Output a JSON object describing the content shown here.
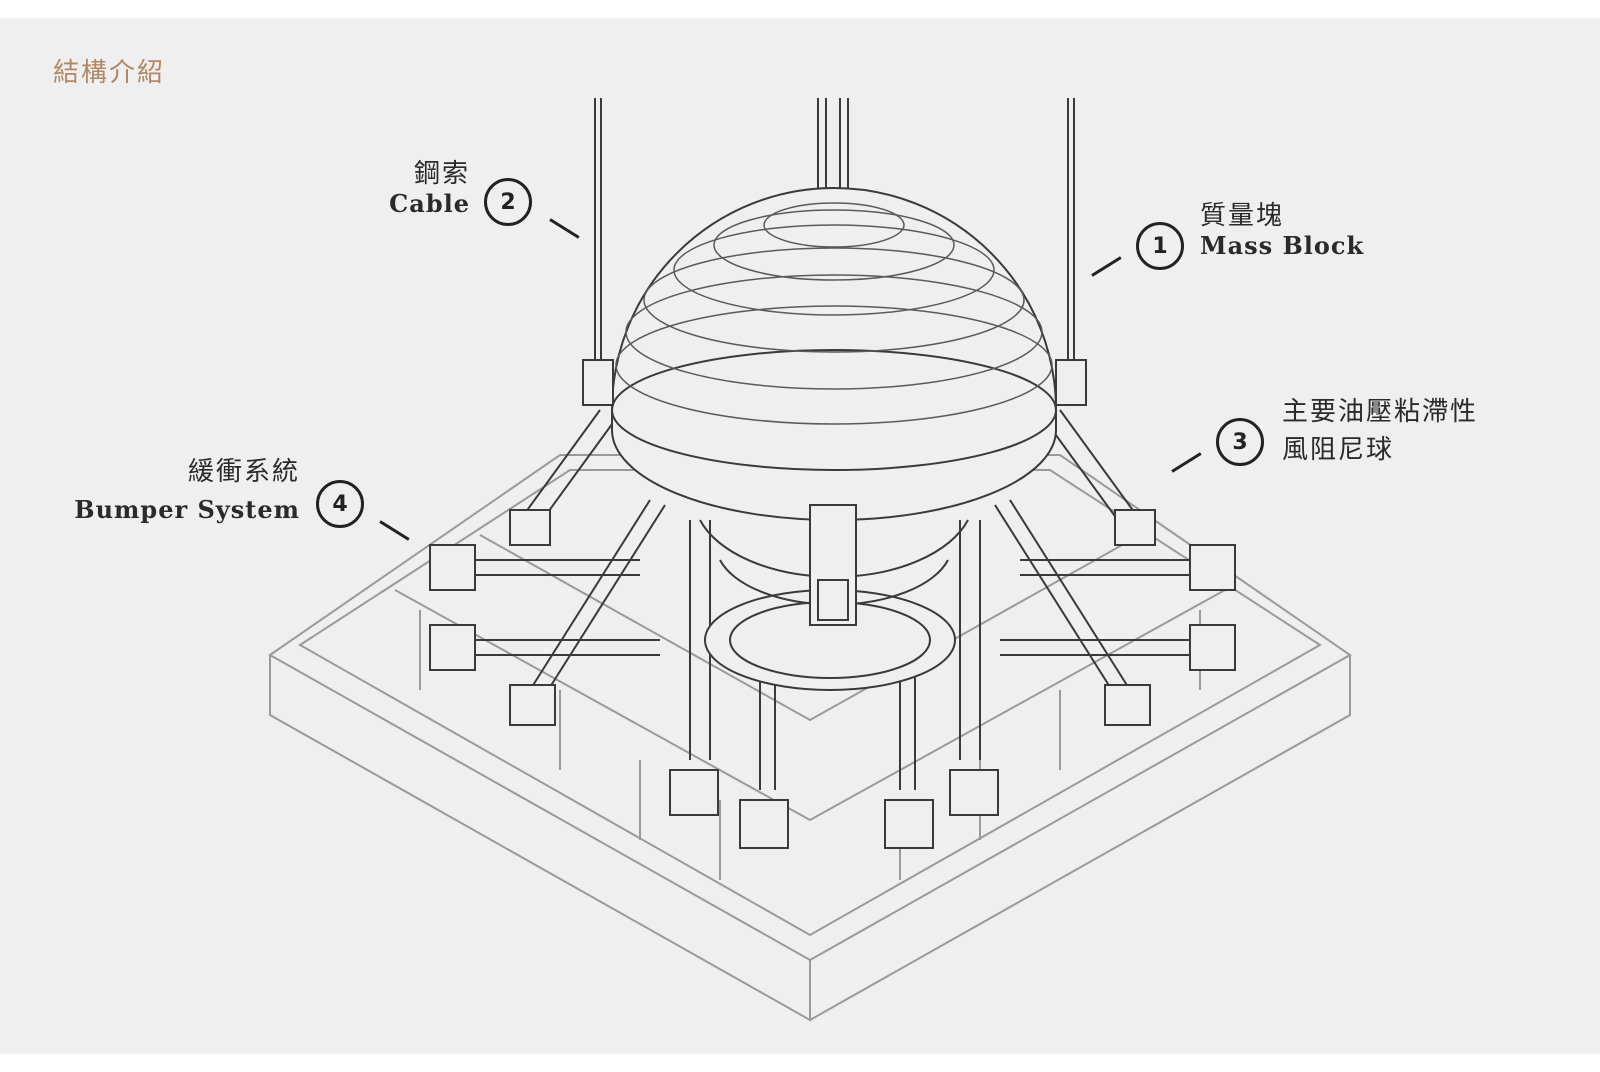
{
  "title": "結構介紹",
  "callouts": [
    {
      "number": "1",
      "zh": "質量塊",
      "en": "Mass Block"
    },
    {
      "number": "2",
      "zh": "鋼索",
      "en": "Cable"
    },
    {
      "number": "3",
      "zh": "主要油壓粘滯性",
      "zh2": "風阻尼球",
      "en": ""
    },
    {
      "number": "4",
      "zh": "緩衝系統",
      "en": "Bumper System"
    }
  ],
  "colors": {
    "title": "#b08968",
    "line": "#222222",
    "background": "#efefef"
  }
}
